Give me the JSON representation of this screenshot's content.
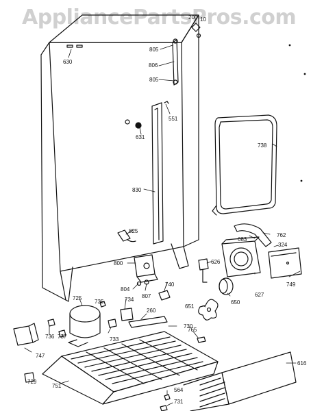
{
  "watermark": "AppliancePartsPros.com",
  "parts": [
    {
      "id": "p630",
      "label": "630"
    },
    {
      "id": "p200",
      "label": "200"
    },
    {
      "id": "p10",
      "label": "10"
    },
    {
      "id": "p805a",
      "label": "805"
    },
    {
      "id": "p806",
      "label": "806"
    },
    {
      "id": "p805b",
      "label": "805"
    },
    {
      "id": "p551",
      "label": "551"
    },
    {
      "id": "p631",
      "label": "631"
    },
    {
      "id": "p738",
      "label": "738"
    },
    {
      "id": "p830",
      "label": "830"
    },
    {
      "id": "p825",
      "label": "825"
    },
    {
      "id": "p762",
      "label": "762"
    },
    {
      "id": "p683",
      "label": "683"
    },
    {
      "id": "p324",
      "label": "324"
    },
    {
      "id": "p800",
      "label": "800"
    },
    {
      "id": "p626",
      "label": "626"
    },
    {
      "id": "p749",
      "label": "749"
    },
    {
      "id": "p804",
      "label": "804"
    },
    {
      "id": "p807",
      "label": "807"
    },
    {
      "id": "p740",
      "label": "740"
    },
    {
      "id": "p725",
      "label": "725"
    },
    {
      "id": "p735",
      "label": "735"
    },
    {
      "id": "p734",
      "label": "734"
    },
    {
      "id": "p650",
      "label": "650"
    },
    {
      "id": "p627",
      "label": "627"
    },
    {
      "id": "p651",
      "label": "651"
    },
    {
      "id": "p260",
      "label": "260"
    },
    {
      "id": "p736",
      "label": "736"
    },
    {
      "id": "p737",
      "label": "737"
    },
    {
      "id": "p733",
      "label": "733"
    },
    {
      "id": "p730",
      "label": "730"
    },
    {
      "id": "p765",
      "label": "765"
    },
    {
      "id": "p747",
      "label": "747"
    },
    {
      "id": "p616",
      "label": "616"
    },
    {
      "id": "p729",
      "label": "729"
    },
    {
      "id": "p751",
      "label": "751"
    },
    {
      "id": "p564",
      "label": "564"
    },
    {
      "id": "p731",
      "label": "731"
    }
  ]
}
